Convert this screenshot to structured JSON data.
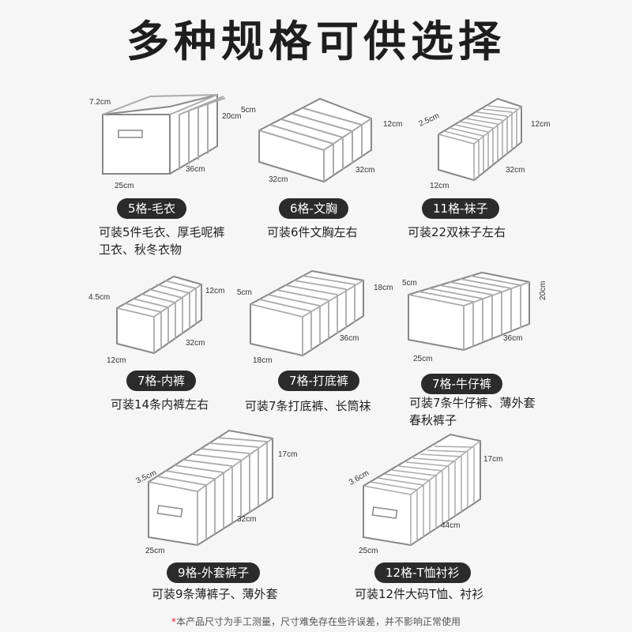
{
  "title": "多种规格可供选择",
  "products": [
    {
      "badge": "5格-毛衣",
      "desc_line1": "可装5件毛衣、厚毛呢裤",
      "desc_line2": "卫衣、秋冬衣物",
      "dims": {
        "a": "7.2cm",
        "b": "20cm",
        "c": "36cm",
        "d": "25cm"
      }
    },
    {
      "badge": "6格-文胸",
      "desc_line1": "可装6件文胸左右",
      "desc_line2": "",
      "dims": {
        "a": "5cm",
        "b": "12cm",
        "c": "32cm",
        "d": "32cm"
      }
    },
    {
      "badge": "11格-袜子",
      "desc_line1": "可装22双袜子左右",
      "desc_line2": "",
      "dims": {
        "a": "2.5cm",
        "b": "12cm",
        "c": "32cm",
        "d": "12cm"
      }
    },
    {
      "badge": "7格-内裤",
      "desc_line1": "可装14条内裤左右",
      "desc_line2": "",
      "dims": {
        "a": "4.5cm",
        "b": "12cm",
        "c": "32cm",
        "d": "12cm"
      }
    },
    {
      "badge": "7格-打底裤",
      "desc_line1": "可装7条打底裤、长筒袜",
      "desc_line2": "",
      "dims": {
        "a": "5cm",
        "b": "18cm",
        "c": "36cm",
        "d": "18cm"
      }
    },
    {
      "badge": "7格-牛仔裤",
      "desc_line1": "可装7条牛仔裤、薄外套",
      "desc_line2": "春秋裤子",
      "dims": {
        "a": "5cm",
        "b": "20cm",
        "c": "36cm",
        "d": "25cm"
      }
    },
    {
      "badge": "9格-外套裤子",
      "desc_line1": "可装9条薄裤子、薄外套",
      "desc_line2": "",
      "dims": {
        "a": "3.5cm",
        "b": "17cm",
        "c": "32cm",
        "d": "25cm"
      }
    },
    {
      "badge": "12格-T恤衬衫",
      "desc_line1": "可装12件大码T恤、衬衫",
      "desc_line2": "",
      "dims": {
        "a": "3.6cm",
        "b": "17cm",
        "c": "44cm",
        "d": "25cm"
      }
    }
  ],
  "footer": {
    "star": "*",
    "text": "本产品尺寸为手工测量，尺寸难免存在些许误差，并不影响正常使用"
  }
}
